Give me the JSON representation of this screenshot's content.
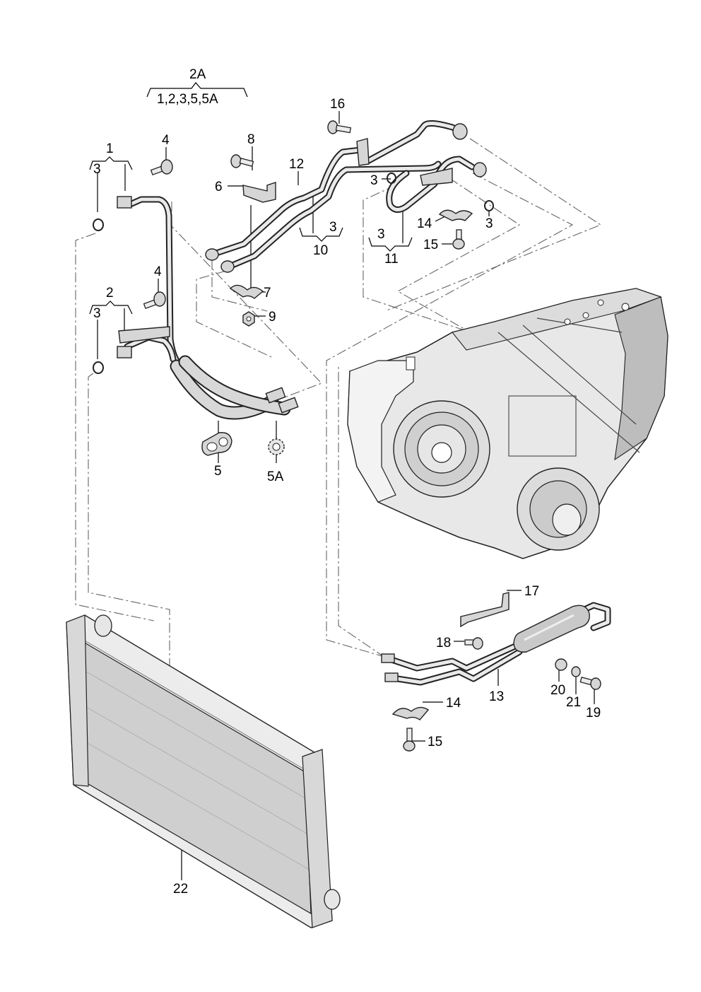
{
  "callouts": [
    {
      "id": "c-2a",
      "text": "2A"
    },
    {
      "id": "c-2a-group",
      "text": "1,2,3,5,5A"
    },
    {
      "id": "c-1",
      "text": "1"
    },
    {
      "id": "c-3a",
      "text": "3"
    },
    {
      "id": "c-4a",
      "text": "4"
    },
    {
      "id": "c-2",
      "text": "2"
    },
    {
      "id": "c-3b",
      "text": "3"
    },
    {
      "id": "c-4b",
      "text": "4"
    },
    {
      "id": "c-5",
      "text": "5"
    },
    {
      "id": "c-5a",
      "text": "5A"
    },
    {
      "id": "c-8",
      "text": "8"
    },
    {
      "id": "c-6",
      "text": "6"
    },
    {
      "id": "c-12",
      "text": "12"
    },
    {
      "id": "c-7",
      "text": "7"
    },
    {
      "id": "c-9",
      "text": "9"
    },
    {
      "id": "c-10-3",
      "text": "3"
    },
    {
      "id": "c-10",
      "text": "10"
    },
    {
      "id": "c-16",
      "text": "16"
    },
    {
      "id": "c-3c",
      "text": "3"
    },
    {
      "id": "c-14a",
      "text": "14"
    },
    {
      "id": "c-3d",
      "text": "3"
    },
    {
      "id": "c-15a",
      "text": "15"
    },
    {
      "id": "c-11-3",
      "text": "3"
    },
    {
      "id": "c-11",
      "text": "11"
    },
    {
      "id": "c-17",
      "text": "17"
    },
    {
      "id": "c-18",
      "text": "18"
    },
    {
      "id": "c-13",
      "text": "13"
    },
    {
      "id": "c-20",
      "text": "20"
    },
    {
      "id": "c-21",
      "text": "21"
    },
    {
      "id": "c-19",
      "text": "19"
    },
    {
      "id": "c-14b",
      "text": "14"
    },
    {
      "id": "c-15b",
      "text": "15"
    },
    {
      "id": "c-22",
      "text": "22"
    }
  ]
}
